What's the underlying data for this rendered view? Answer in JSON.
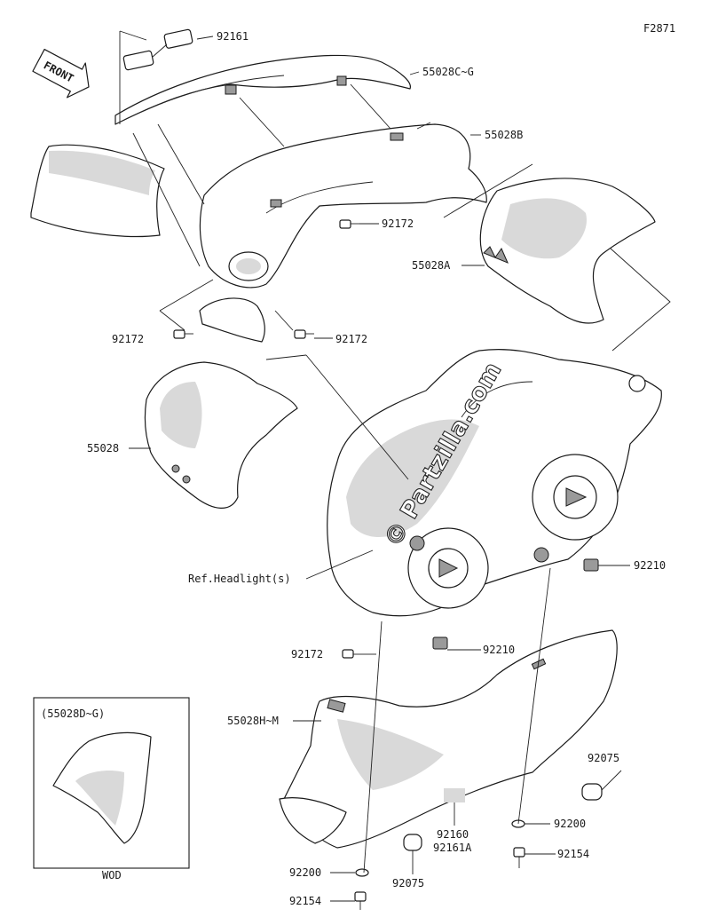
{
  "figure_id": "F2871",
  "front_label": "FRONT",
  "watermark": "© Partzilla.com",
  "inset": {
    "title": "(55028D~G)",
    "caption": "WOD"
  },
  "callouts": {
    "c92161": "92161",
    "c55028CG": "55028C~G",
    "c55028B": "55028B",
    "c92172_a": "92172",
    "c55028A": "55028A",
    "c92172_b": "92172",
    "c92172_c": "92172",
    "c55028": "55028",
    "cRefHeadlight": "Ref.Headlight(s)",
    "c92210_a": "92210",
    "c92172_d": "92172",
    "c92210_b": "92210",
    "c55028HM": "55028H~M",
    "c92075_a": "92075",
    "c92160": "92160",
    "c92161A": "92161A",
    "c92200_a": "92200",
    "c92154_a": "92154",
    "c92200_b": "92200",
    "c92075_b": "92075",
    "c92154_b": "92154"
  }
}
